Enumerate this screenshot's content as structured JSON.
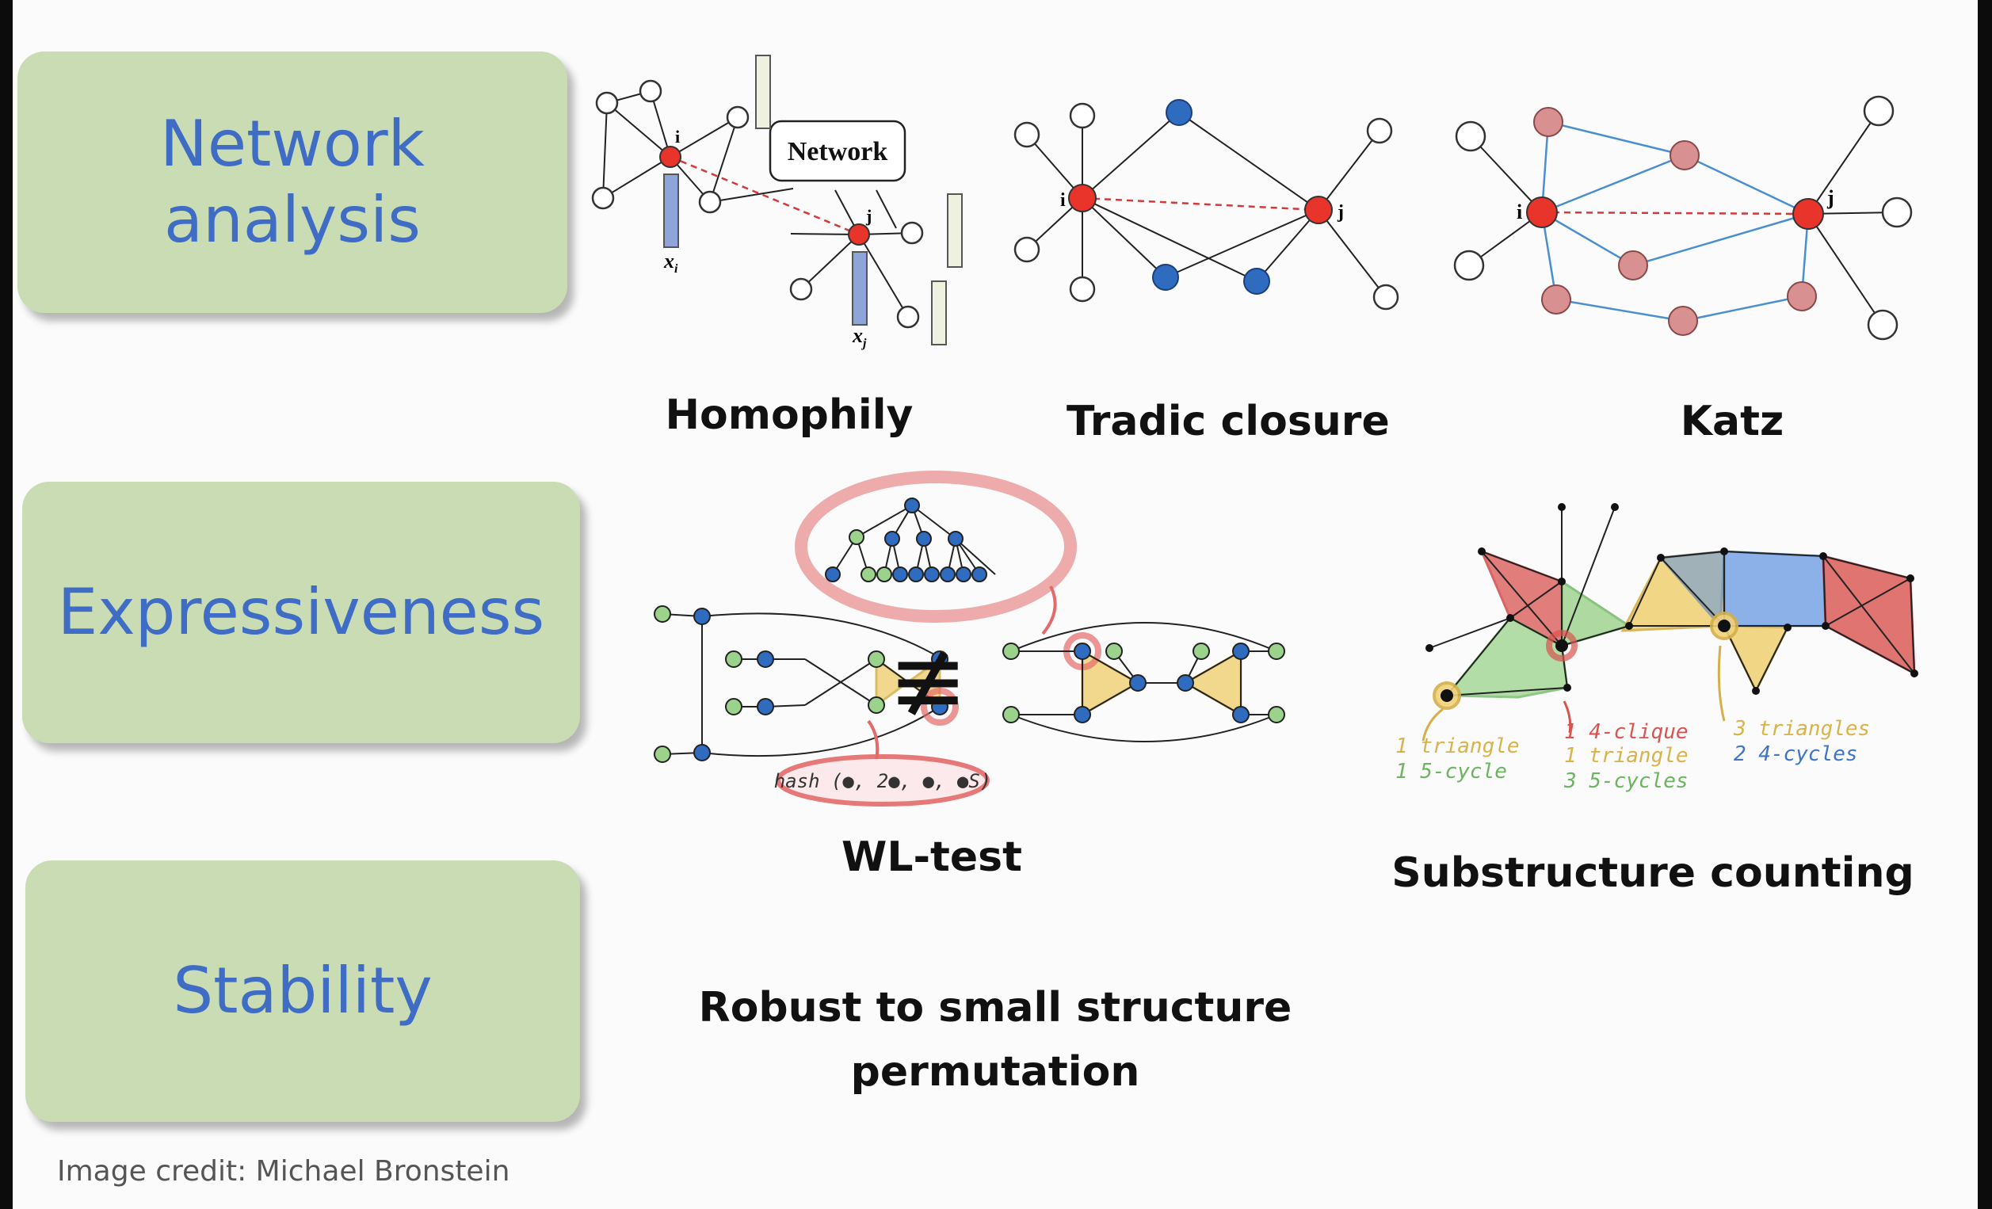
{
  "rows": [
    {
      "title": "Network\nanalysis"
    },
    {
      "title": "Expressiveness"
    },
    {
      "title": "Stability"
    }
  ],
  "figures": {
    "homophily": {
      "caption": "Homophily",
      "box_label": "Network",
      "node_i": "i",
      "node_j": "j",
      "feat_i": "x",
      "feat_i_sub": "i",
      "feat_j": "x",
      "feat_j_sub": "j"
    },
    "triadic": {
      "caption": "Tradic closure",
      "node_i": "i",
      "node_j": "j"
    },
    "katz": {
      "caption": "Katz",
      "node_i": "i",
      "node_j": "j"
    },
    "wl": {
      "caption": "WL-test",
      "not_equal": "≢",
      "hash": "hash (●, 2●, ●, ●S)"
    },
    "substructure": {
      "caption": "Substructure counting",
      "note1": [
        "1 triangle",
        "1 5-cycle"
      ],
      "note2": [
        "1 4-clique",
        "1 triangle",
        "3 5-cycles"
      ],
      "note3": [
        "3 triangles",
        "2 4-cycles"
      ]
    }
  },
  "stability_text": "Robust to small structure\npermutation",
  "credit": "Image credit: Michael Bronstein",
  "colors": {
    "pill": "#c9dcb4",
    "pill_text": "#3f6cc4",
    "red_node": "#e8342a",
    "blue_node": "#2f6cc0",
    "pink_node": "#d99090",
    "katz_edge": "#4a8fd0",
    "yellow": "#f1d27a",
    "green": "#9bd38c",
    "hl_red": "#d9534f",
    "hl_blue": "#5e93e0"
  }
}
